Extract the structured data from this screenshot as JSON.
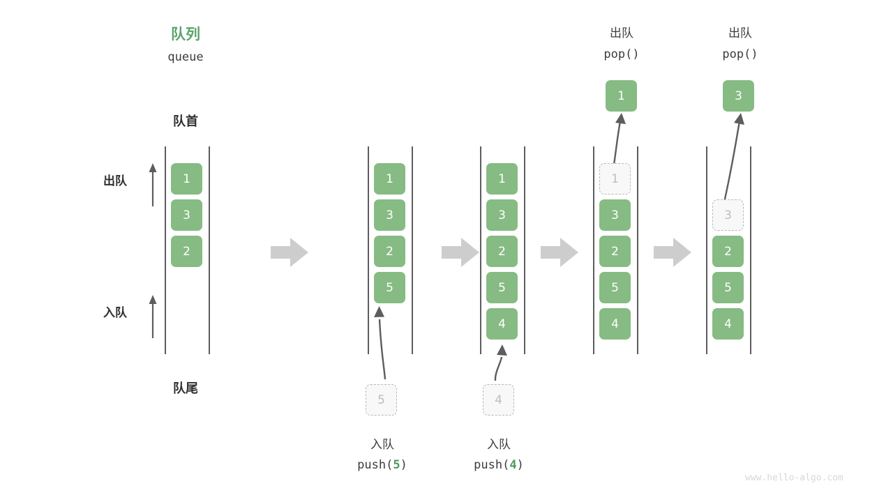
{
  "header": {
    "title_cn": "队列",
    "title_en": "queue",
    "front_label": "队首",
    "rear_label": "队尾",
    "dequeue_label": "出队",
    "enqueue_label": "入队",
    "accent_color": "#5aa469",
    "box_color": "#86bb83",
    "ghost_color": "#f8f8f8"
  },
  "watermark": "www.hello-algo.com",
  "columns": [
    {
      "id": "initial",
      "title_cn": "",
      "title_code": "",
      "items": [
        "1",
        "3",
        "2"
      ],
      "ghost_index": -1,
      "empty_index": -1,
      "popped": null,
      "pushed": null
    },
    {
      "id": "push-5",
      "title_cn": "",
      "title_code": "",
      "items": [
        "1",
        "3",
        "2",
        "5"
      ],
      "ghost_index": -1,
      "empty_index": -1,
      "popped": null,
      "pushed": "5",
      "caption_cn": "入队",
      "caption_code_prefix": "push(",
      "caption_code_value": "5",
      "caption_code_suffix": ")"
    },
    {
      "id": "push-4",
      "title_cn": "",
      "title_code": "",
      "items": [
        "1",
        "3",
        "2",
        "5",
        "4"
      ],
      "ghost_index": -1,
      "empty_index": -1,
      "popped": null,
      "pushed": "4",
      "caption_cn": "入队",
      "caption_code_prefix": "push(",
      "caption_code_value": "4",
      "caption_code_suffix": ")"
    },
    {
      "id": "pop-1",
      "title_cn": "出队",
      "title_code": "pop()",
      "items": [
        "1",
        "3",
        "2",
        "5",
        "4"
      ],
      "ghost_index": 0,
      "empty_index": -1,
      "popped": "1",
      "pushed": null
    },
    {
      "id": "pop-3",
      "title_cn": "出队",
      "title_code": "pop()",
      "items": [
        "",
        "3",
        "2",
        "5",
        "4"
      ],
      "ghost_index": 1,
      "empty_index": 0,
      "popped": "3",
      "pushed": null
    }
  ],
  "connectors": [
    "arrow-right",
    "arrow-right",
    "arrow-right",
    "arrow-right"
  ]
}
